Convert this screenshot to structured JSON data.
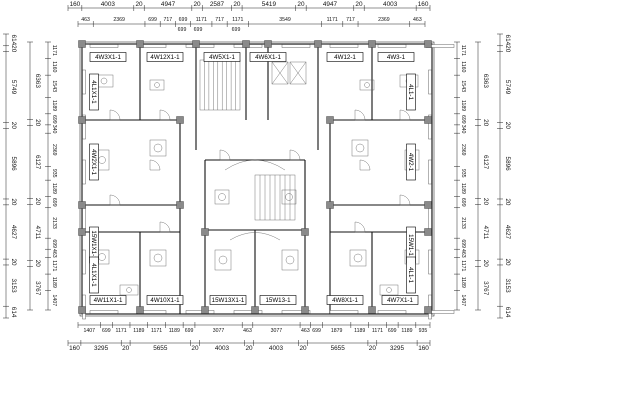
{
  "top_row1": [
    "160",
    "4003",
    "20",
    "4947",
    "20",
    "2587",
    "20",
    "5419",
    "20",
    "4947",
    "20",
    "4003",
    "160"
  ],
  "top_row2": [
    "463",
    "2369",
    "699",
    "717",
    "699",
    "1171",
    "717",
    "1171",
    "3549",
    "1171",
    "717",
    "2369",
    "463"
  ],
  "top_row3": [
    "699",
    "699",
    "699"
  ],
  "bottom_row1": [
    "1407",
    "699",
    "1171",
    "1189",
    "1171",
    "1189",
    "699",
    "3077",
    "463",
    "3077",
    "463",
    "699",
    "1879",
    "1189",
    "1171",
    "699",
    "1189",
    "935"
  ],
  "bottom_row2": [
    "160",
    "3295",
    "20",
    "5655",
    "20",
    "4003",
    "20",
    "4003",
    "20",
    "5655",
    "20",
    "3295",
    "160"
  ],
  "left_outer": [
    "614",
    "20",
    "5749",
    "20",
    "5896",
    "20",
    "4627",
    "20",
    "3153",
    "614"
  ],
  "left_inner": [
    "6363",
    "20",
    "6127",
    "20",
    "4711",
    "20",
    "3767"
  ],
  "left_small": [
    "1171",
    "1160",
    "1543",
    "1189",
    "699",
    "340",
    "2369",
    "935",
    "1189",
    "699",
    "2133",
    "699",
    "463",
    "1171",
    "1189",
    "1407"
  ],
  "right_outer": [
    "614",
    "20",
    "5749",
    "20",
    "5896",
    "20",
    "4627",
    "20",
    "3153",
    "614"
  ],
  "right_inner": [
    "6363",
    "20",
    "6127",
    "20",
    "4711",
    "20",
    "3767"
  ],
  "right_small": [
    "1171",
    "1160",
    "1543",
    "1189",
    "699",
    "340",
    "2369",
    "935",
    "1189",
    "699",
    "2133",
    "699",
    "463",
    "1171",
    "1189",
    "1407"
  ],
  "window_tags": {
    "top": [
      "4W3X1-1",
      "4W12X1-1",
      "4W5X1-1",
      "4W6X1-1",
      "4W12-1",
      "4W3-1"
    ],
    "left": [
      "4L1X1-1",
      "4W2X1-1",
      "15W1X1-1",
      "4L1X1-1"
    ],
    "right": [
      "4L1-1",
      "4W2-1",
      "15W1-1",
      "4L1-1"
    ],
    "bottom": [
      "4W11X1-1",
      "4W10X1-1",
      "15W13X1-1",
      "15W13-1",
      "4W8X1-1",
      "4W7X1-1"
    ]
  }
}
